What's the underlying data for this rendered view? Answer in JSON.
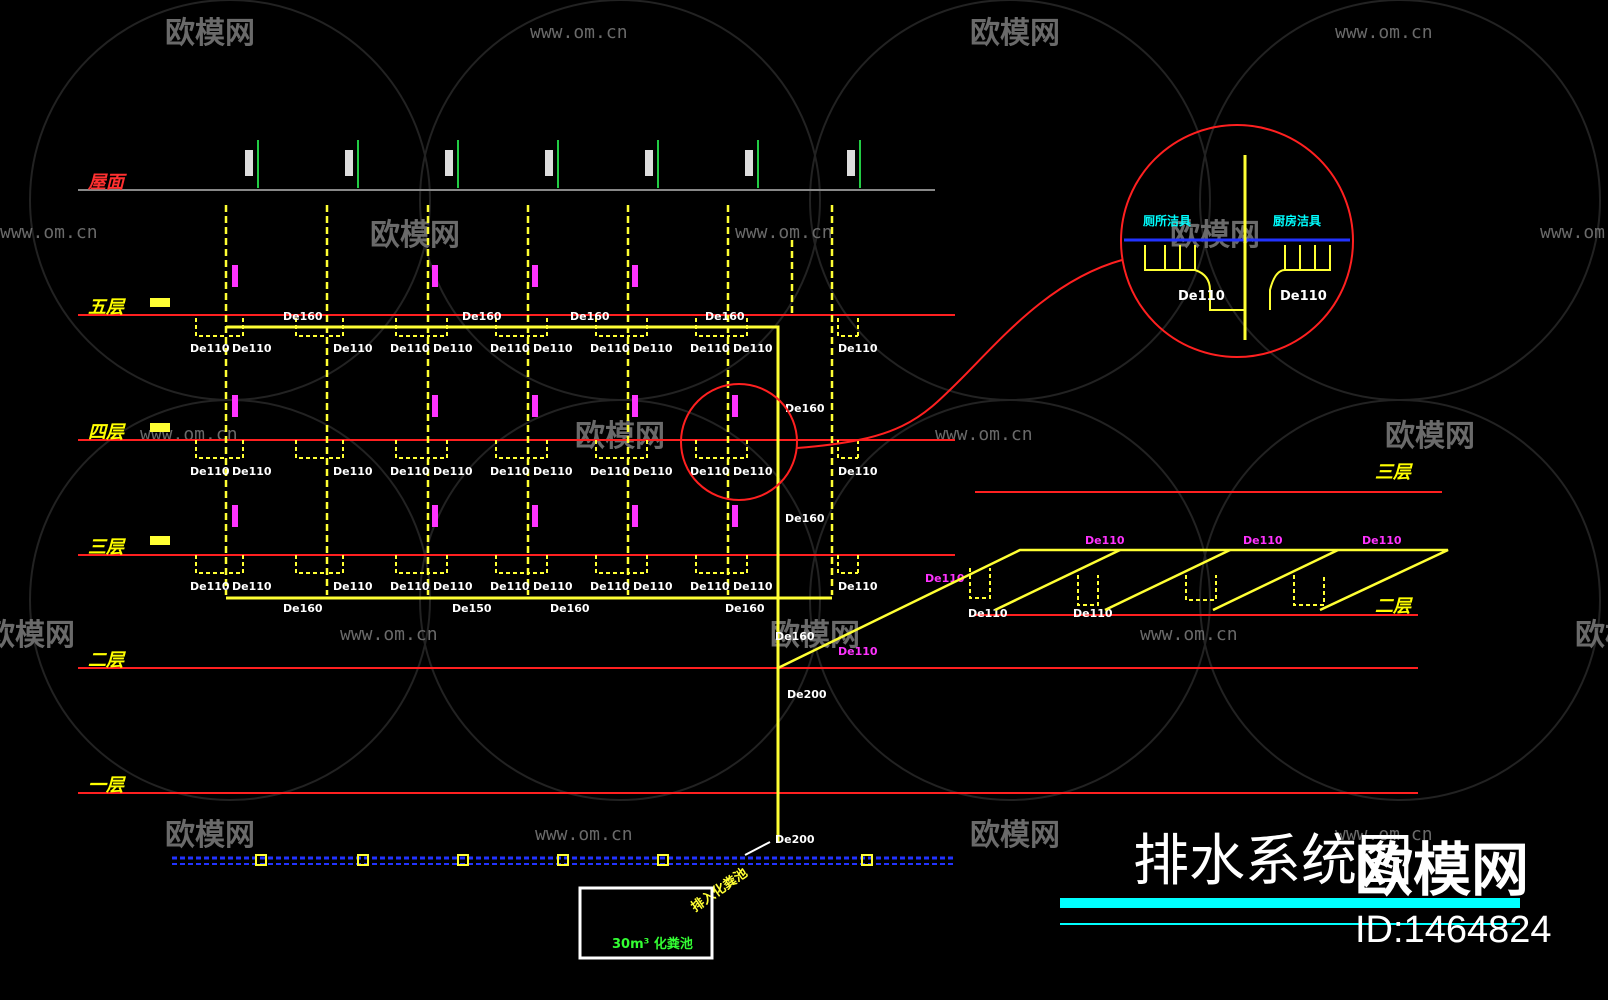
{
  "colors": {
    "background": "#000000",
    "floor_line": "#ff2020",
    "pipe": "#ffff33",
    "pipe_label": "#ffffff",
    "magenta_label": "#ff33ff",
    "floor_label": "#ffff00",
    "detail_circle": "#ff2020",
    "detail_header": "#00ffff",
    "detail_line": "#2233ff",
    "septic": "#ffffff",
    "septic_label": "#33ff33",
    "title": "#ffffff",
    "title_bar": "#00ffff",
    "watermark": "#6a6a6a"
  },
  "floors": {
    "roof": "屋面",
    "f5": "五层",
    "f4": "四层",
    "f3": "三层",
    "f2": "二层",
    "f1": "一层",
    "side_f3": "三层",
    "side_f2": "二层"
  },
  "pipe_labels": {
    "de110": "De110",
    "de160": "De160",
    "de200": "De200",
    "de150": "De150"
  },
  "detail": {
    "left_header": "厕所洁具",
    "right_header": "厨房洁具",
    "left_size": "De110",
    "right_size": "De110"
  },
  "outfall": {
    "label": "排入化粪池",
    "septic": "30m³ 化粪池"
  },
  "title": {
    "text": "排水系统图",
    "brand": "欧模网",
    "id": "ID:1464824"
  },
  "watermark": {
    "brand": "欧模网",
    "url": "www.om.cn"
  }
}
